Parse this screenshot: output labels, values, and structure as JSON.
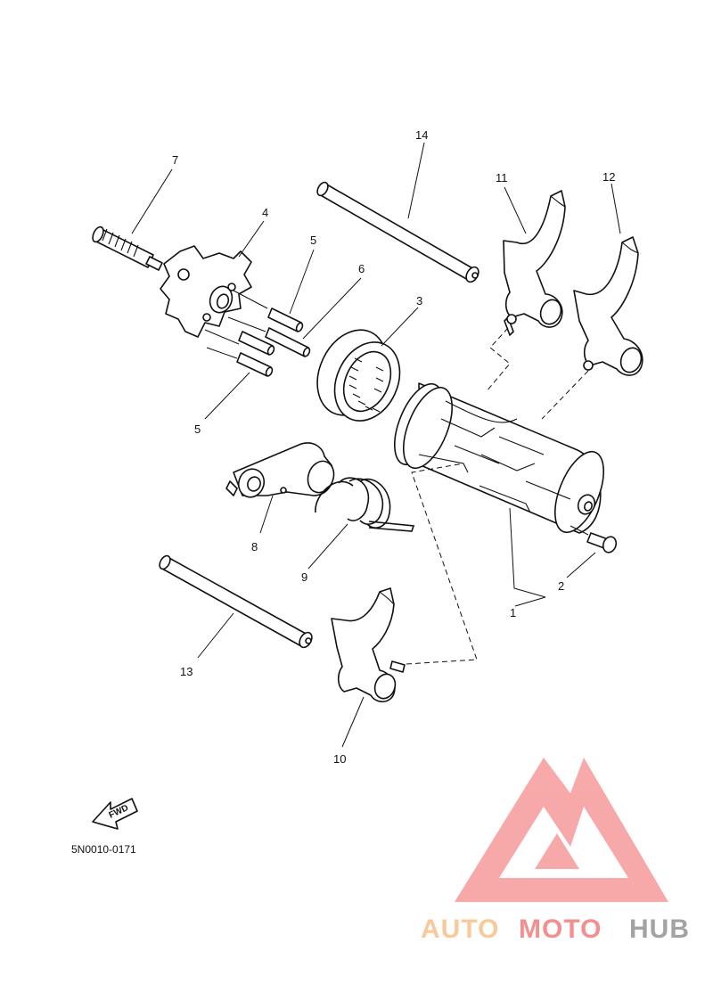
{
  "diagram": {
    "labels": [
      {
        "id": "1",
        "text": "1"
      },
      {
        "id": "2",
        "text": "2"
      },
      {
        "id": "3",
        "text": "3"
      },
      {
        "id": "4",
        "text": "4"
      },
      {
        "id": "5a",
        "text": "5"
      },
      {
        "id": "5b",
        "text": "5"
      },
      {
        "id": "6",
        "text": "6"
      },
      {
        "id": "7",
        "text": "7"
      },
      {
        "id": "8",
        "text": "8"
      },
      {
        "id": "9",
        "text": "9"
      },
      {
        "id": "10",
        "text": "10"
      },
      {
        "id": "11",
        "text": "11"
      },
      {
        "id": "12",
        "text": "12"
      },
      {
        "id": "13",
        "text": "13"
      },
      {
        "id": "14",
        "text": "14"
      }
    ],
    "fwd_badge": "FWD",
    "drawing_code": "5N0010-0171"
  },
  "watermark": {
    "part1": "AUTO",
    "part2": "MOTO",
    "part3": "HUB",
    "color_light": "#f9c08a",
    "color_main": "#f47c7c",
    "color_dark": "#9a9a9a"
  }
}
